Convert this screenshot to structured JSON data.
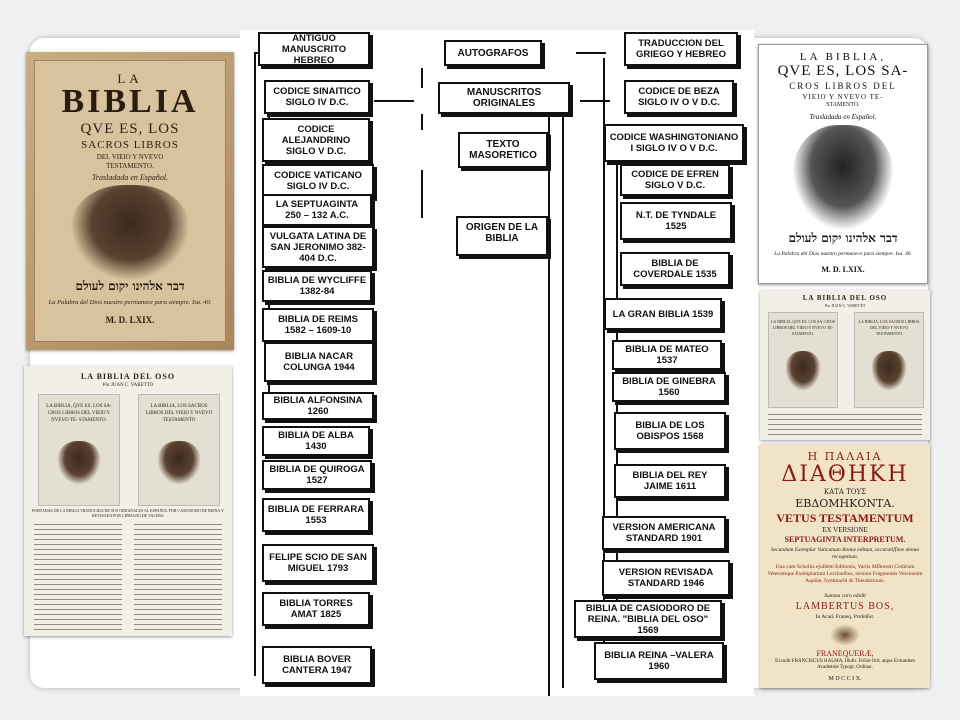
{
  "diagram": {
    "center": {
      "autografos": "AUTOGRAFOS",
      "manuscritos": "MANUSCRITOS ORIGINALES",
      "masoretico": "TEXTO MASORETICO",
      "origen": "ORIGEN DE LA BIBLIA"
    },
    "left_boxes": [
      "ANTIGUO MANUSCRITO HEBREO",
      "CODICE SINAITICO SIGLO IV D.C.",
      "CODICE ALEJANDRINO SIGLO V D.C.",
      "CODICE VATICANO SIGLO IV D.C.",
      "LA SEPTUAGINTA 250 – 132 A.C.",
      "VULGATA LATINA DE SAN JERONIMO 382-404 D.C.",
      "BIBLIA DE WYCLIFFE 1382-84",
      "BIBLIA DE REIMS 1582 – 1609-10",
      "BIBLIA NACAR COLUNGA 1944",
      "BIBLIA ALFONSINA 1260",
      "BIBLIA DE ALBA 1430",
      "BIBLIA DE QUIROGA 1527",
      "BIBLIA DE FERRARA 1553",
      "FELIPE SCIO DE SAN MIGUEL 1793",
      "BIBLIA TORRES AMAT 1825",
      "BIBLIA BOVER CANTERA 1947"
    ],
    "right_boxes": [
      "TRADUCCION DEL GRIEGO Y HEBREO",
      "CODICE DE BEZA SIGLO IV O V D.C.",
      "CODICE WASHINGTONIANO I SIGLO IV O V D.C.",
      "CODICE DE EFREN SIGLO V D.C.",
      "N.T. DE TYNDALE 1525",
      "BIBLIA DE COVERDALE 1535",
      "LA GRAN BIBLIA 1539",
      "BIBLIA DE MATEO 1537",
      "BIBLIA DE GINEBRA 1560",
      "BIBLIA DE LOS OBISPOS 1568",
      "BIBLIA DEL REY JAIME 1611",
      "VERSION AMERICANA STANDARD 1901",
      "VERSION REVISADA STANDARD 1946",
      "BIBLIA DE CASIODORO DE REINA. \"BIBLIA DEL OSO\" 1569",
      "BIBLIA REINA –VALERA 1960"
    ]
  },
  "cover_left": {
    "line1": "LA",
    "line2": "BIBLIA",
    "line3": "QVE ES, LOS",
    "line4": "SACROS LIBROS",
    "line5": "DEL VIEIO Y NVEVO",
    "line6": "TESTAMENTO.",
    "line7": "Trasladada en Español.",
    "hebrew": "דבר אלהינו יקום לעולם",
    "motto": "La Palabra del Dios nuestro permanece para siempre. Isa. 40.",
    "year": "M. D. LXIX."
  },
  "cover_right": {
    "line1": "LA BIBLIA,",
    "line2": "QVE ES, LOS SA-",
    "line3": "CROS LIBROS DEL",
    "line4": "VIEIO Y NVEVO TE-",
    "line5": "STAMENTO.",
    "line6": "Trasladada en Español.",
    "hebrew": "דבר אלהינו יקום לעולם",
    "motto": "La Palabra del Dios nuestro permanece para siempre. Isa. 40.",
    "year": "M. D. LXIX."
  },
  "scan_left": {
    "title": "LA BIBLIA DEL OSO",
    "author": "Por JUAN C. VARETTO",
    "mini_left": "LA BIBLIA, QVE ES, LOS SA- CROS LIBROS DEL VIEIO Y NVEVO TE- STAMENTO.",
    "mini_right": "LA BIBLIA, LOS SACROS LIBROS DEL VIEIO Y NVEVO TESTAMENTO",
    "caption": "PORTADAS DE LA BIBLIA TRADUCIDA DE SUS ORIGINALES AL ESPAÑOL POR CASIODORO DE REINA Y REVISADA POR CIPRIANO DE VALERA"
  },
  "scan_right": {
    "title": "LA BIBLIA DEL OSO",
    "author": "Por JUAN C. VARETTO",
    "mini_left": "LA BIBLIA, QVE ES, LOS SA- CROS LIBROS DEL VIEIO Y NVEVO TE- STAMENTO.",
    "mini_right": "LA BIBLIA, LOS SACROS LIBROS DEL VIEIO Y NVEVO TESTAMENTO"
  },
  "greek_page": {
    "line1": "Η ΠΑΛΑΙΑ",
    "line2": "ΔΙΑΘΗΚΗ",
    "line3": "ΚΑΤΑ ΤΟΥΣ",
    "line4": "ΕΒΔΟΜΗΚΟΝΤΑ.",
    "line5": "VETUS TESTAMENTUM",
    "line6": "EX VERSIONE",
    "line7": "SEPTUAGINTA INTERPRETUM.",
    "line8": "Secundum Exemplar Vaticanum Romæ editum, accuratiſſime denuo recognitum.",
    "line9": "Una cum Scholiis ejuſdem Editionis, Variis Mſſtorum Codicum Veterumque Exemplarium Lectionibus, necnon Fragmentis Versionum Aquilæ, Symmachi & Theodotionis.",
    "line10": "Summa cura edidit",
    "line11": "LAMBERTUS BOS,",
    "line12": "In Acad. Franeq. Profeſſor.",
    "line13": "FRANEQUERÆ,",
    "line14": "Excudit FRANCISCUS HALMA, Illuſtr. Friſiæ Ord. atque Eorundem Academiæ Typogr. Ordinar.",
    "line15": "M D C C I X."
  }
}
